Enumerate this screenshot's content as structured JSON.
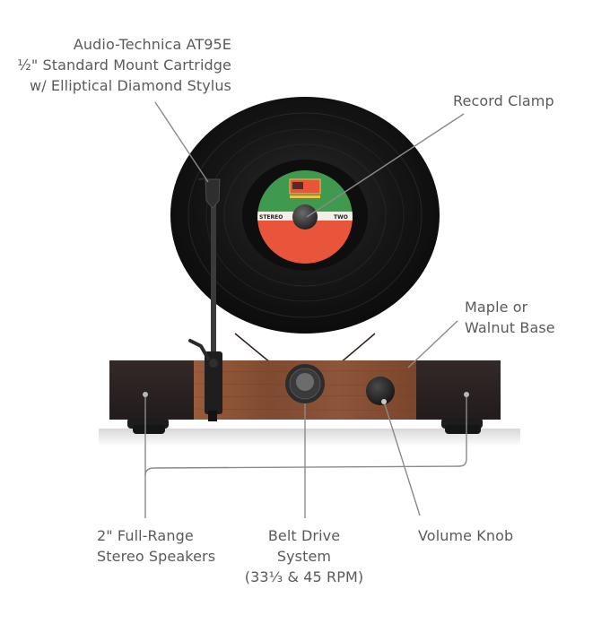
{
  "diagram": {
    "subject": "Vertical turntable with stereo speakers",
    "colors": {
      "background": "#ffffff",
      "label_text": "#5a5a5a",
      "callout_line": "#8a8a8a",
      "vinyl": "#141414",
      "label_green": "#3f9a4f",
      "label_red": "#e8553a",
      "label_band": "#f2efe6",
      "walnut": "#8a5236",
      "speaker_box": "#2a2222"
    },
    "record_label": {
      "left_text": "STEREO",
      "right_text": "TWO"
    },
    "callouts": [
      {
        "id": "cartridge",
        "lines": [
          "Audio-Technica AT95E",
          "½\" Standard Mount Cartridge",
          "w/ Elliptical Diamond Stylus"
        ]
      },
      {
        "id": "clamp",
        "lines": [
          "Record Clamp"
        ]
      },
      {
        "id": "base",
        "lines": [
          "Maple or",
          "Walnut Base"
        ]
      },
      {
        "id": "speakers",
        "lines": [
          "2\" Full-Range",
          "Stereo Speakers"
        ]
      },
      {
        "id": "belt",
        "lines": [
          "Belt Drive",
          "System",
          "(33⅓ & 45 RPM)"
        ]
      },
      {
        "id": "volume",
        "lines": [
          "Volume Knob"
        ]
      }
    ]
  }
}
